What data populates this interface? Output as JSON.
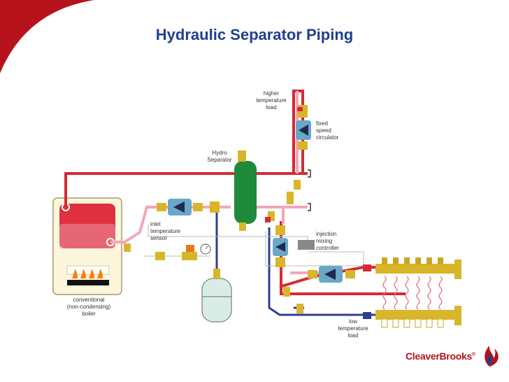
{
  "slide": {
    "title": "Hydraulic Separator Piping",
    "accent_color": "#b5121b",
    "title_color": "#1f3f8f"
  },
  "diagram": {
    "labels": {
      "higher_load": [
        "higher",
        "temperature",
        "load"
      ],
      "fixed_circulator": [
        "fixed",
        "speed",
        "circulator"
      ],
      "hydro_separator": [
        "Hydro",
        "Separator"
      ],
      "inlet_sensor": [
        "inlet",
        "temperature",
        "sensor"
      ],
      "injection_controller": [
        "injection",
        "mixing",
        "controller"
      ],
      "boiler": [
        "conventional",
        "(non-condensing)",
        "boiler"
      ],
      "low_load": [
        "low",
        "temperature",
        "load"
      ]
    },
    "colors": {
      "hot_pipe": "#d42a36",
      "return_pipe": "#f2a7b8",
      "cold_pipe": "#2e3f8f",
      "separator": "#1f8a3a",
      "brass": "#d9b52a"
    }
  },
  "footer": {
    "logo_text": "CleaverBrooks",
    "logo_mark": "®"
  }
}
